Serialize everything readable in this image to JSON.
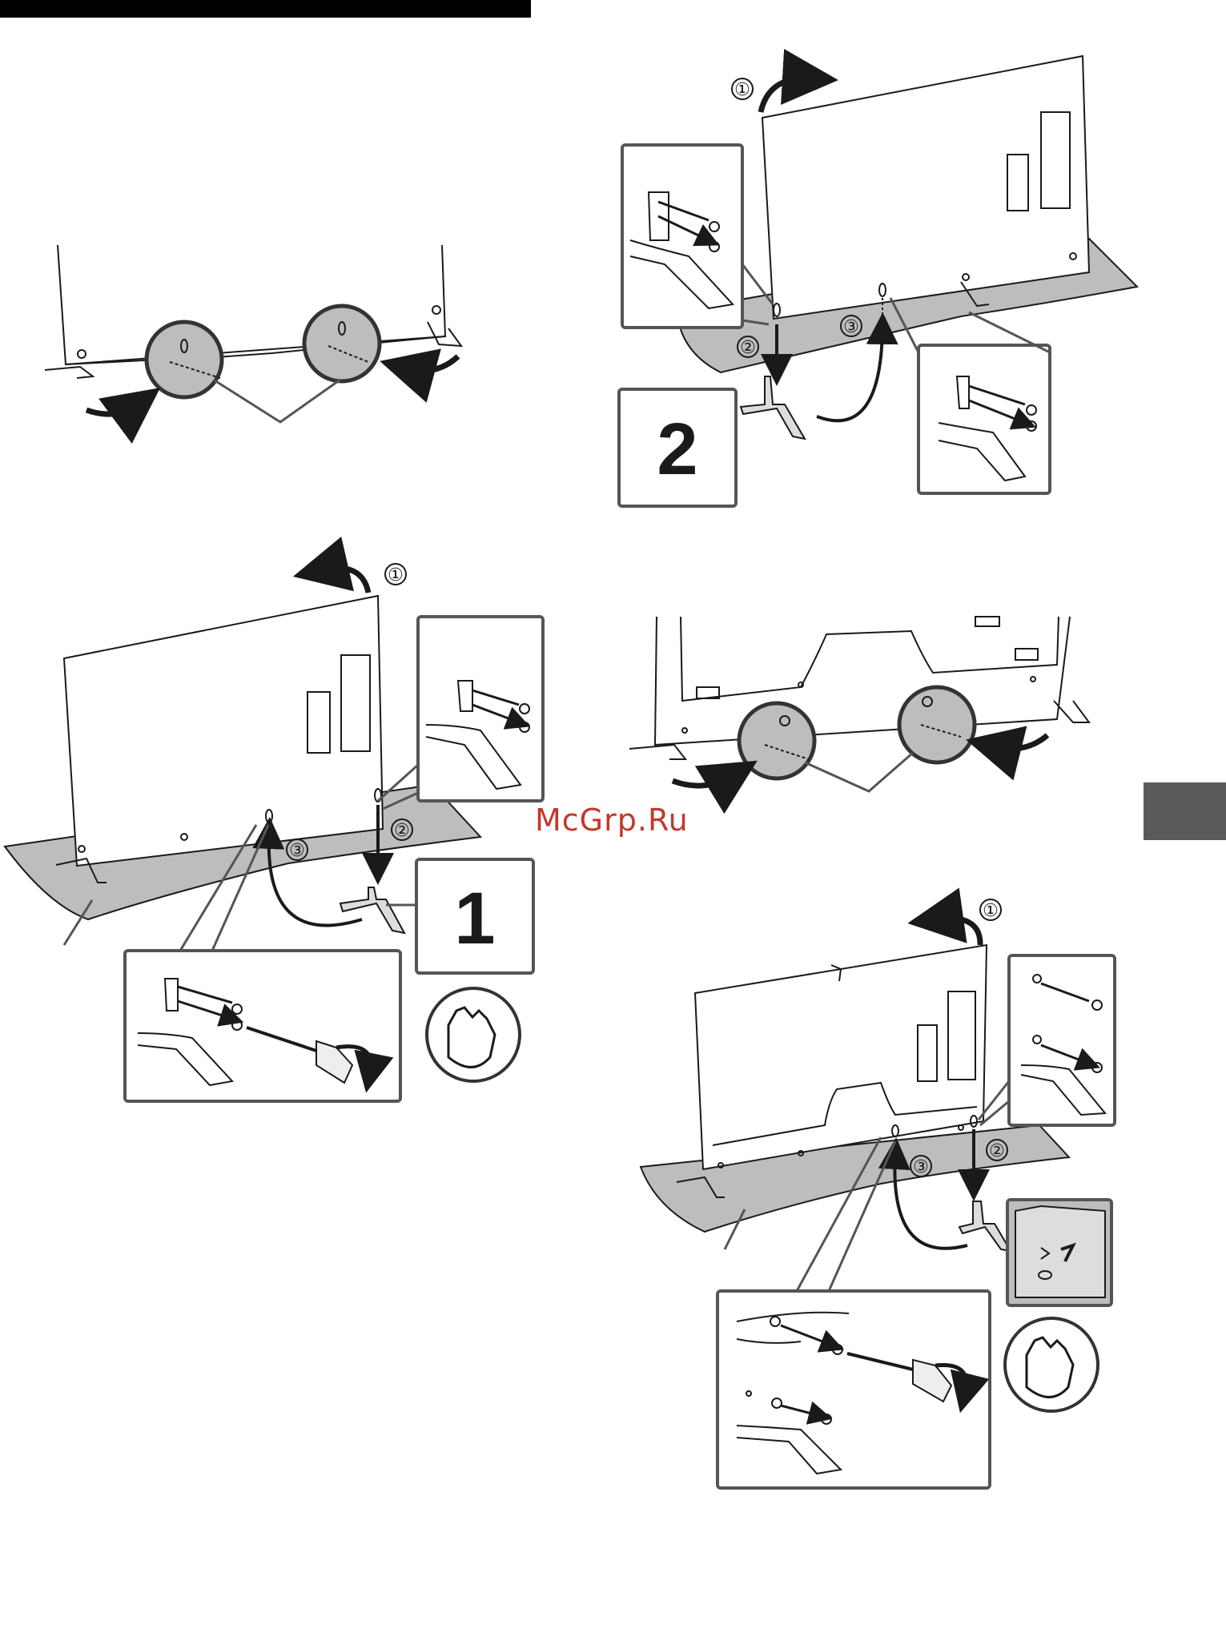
{
  "page": {
    "watermark": "McGrp.Ru",
    "colors": {
      "ink": "#1a1a1a",
      "tone": "#bdbdbd",
      "tab": "#5a5a5a"
    }
  },
  "steps": {
    "step1_label": "1",
    "step2_label": "2"
  },
  "markers": {
    "one": "①",
    "two": "②",
    "three": "③"
  },
  "icons": {
    "hand": "hand-press-icon",
    "screwdriver": "screwdriver-icon",
    "screw": "screw-icon"
  }
}
